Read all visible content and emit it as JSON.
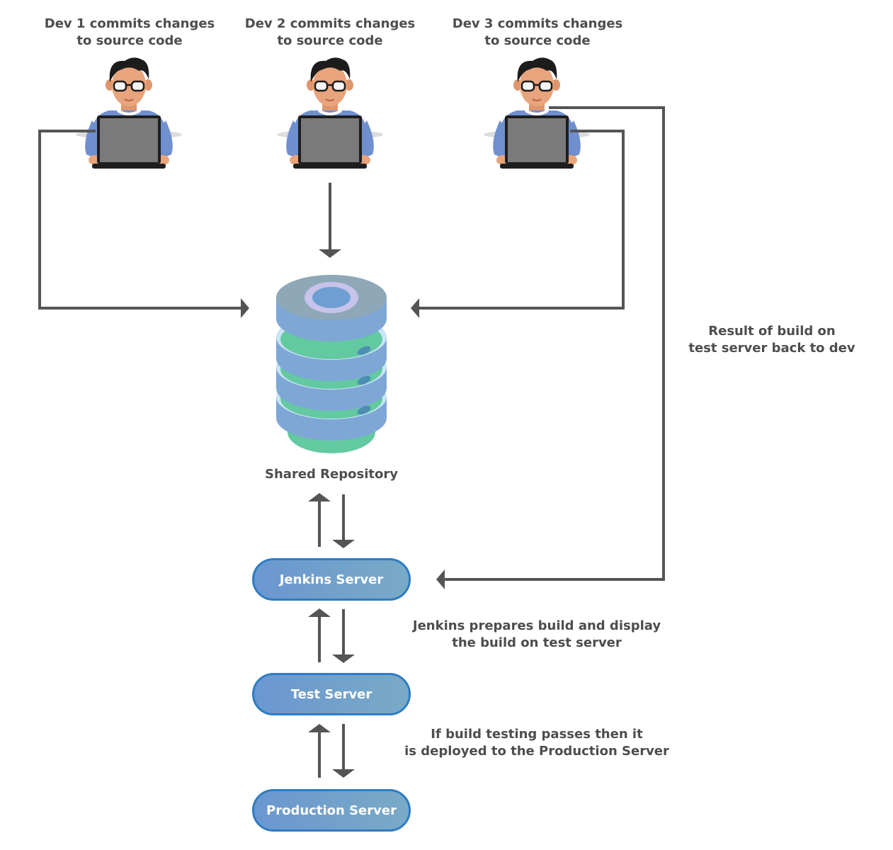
{
  "developers": [
    {
      "line1": "Dev 1 commits changes",
      "line2": "to source code"
    },
    {
      "line1": "Dev 2 commits changes",
      "line2": "to source code"
    },
    {
      "line1": "Dev 3 commits changes",
      "line2": "to source code"
    }
  ],
  "repository": {
    "label": "Shared Repository"
  },
  "nodes": {
    "jenkins": "Jenkins Server",
    "test": "Test Server",
    "production": "Production Server"
  },
  "notes": {
    "result": {
      "line1": "Result of build on",
      "line2": "test server back to dev"
    },
    "jenkins": {
      "line1": "Jenkins prepares build and display",
      "line2": "the build on test server"
    },
    "deploy": {
      "line1": "If build testing passes then it",
      "line2": "is deployed to the Production Server"
    }
  },
  "colors": {
    "arrow": "#555555",
    "text": "#4d4d4d",
    "node_border": "#2e7cc4",
    "node_fill_start": "#6a97d0",
    "node_fill_end": "#79aac6",
    "shirt": "#6f8fce",
    "skin": "#e8a47c",
    "hair": "#1c1c1c",
    "laptop": "#7a7a7a",
    "disk_blue": "#7ea7d6",
    "disk_green": "#63c9a0",
    "disk_top": "#8ea8b8"
  }
}
